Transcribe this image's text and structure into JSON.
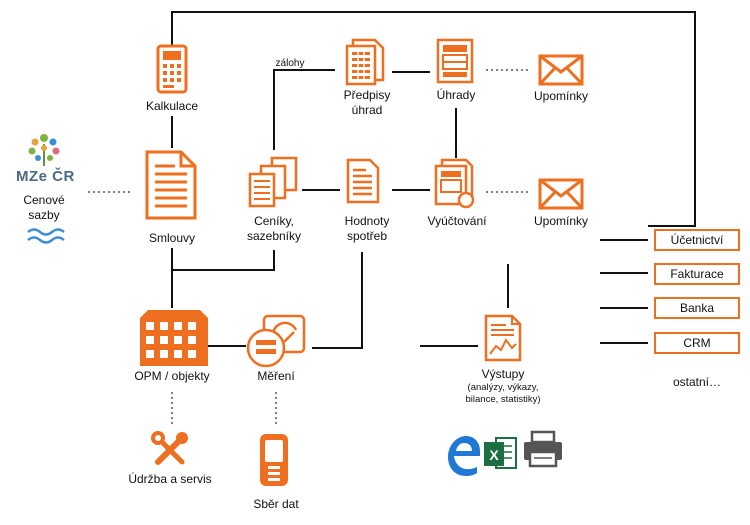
{
  "colors": {
    "accent": "#ee6f1f",
    "line": "#111111",
    "dotted": "#555555",
    "mze_text": "#4a6a8a",
    "wave": "#3a8fd8"
  },
  "nodes": {
    "kalkulace": "Kalkulace",
    "smlouvy": "Smlouvy",
    "ceniky": [
      "Ceníky,",
      "sazebníky"
    ],
    "predpisy": [
      "Předpisy",
      "úhrad"
    ],
    "uhrady": "Úhrady",
    "upominky_top": "Upomínky",
    "hodnoty": [
      "Hodnoty",
      "spotřeb"
    ],
    "vyuctovani": "Vyúčtování",
    "upominky_mid": "Upomínky",
    "opm": "OPM / objekty",
    "mereni": "Měření",
    "udrzba": "Údržba a servis",
    "sber": "Sběr dat",
    "vystupy": "Výstupy",
    "vystupy_detail": [
      "(analýzy, výkazy,",
      "bilance, statistiky)"
    ],
    "zalohy": "zálohy"
  },
  "mze": {
    "logo_text": "MZe ČR",
    "caption": [
      "Cenové",
      "sazby"
    ]
  },
  "outputs": [
    "Účetnictví",
    "Fakturace",
    "Banka",
    "CRM"
  ],
  "outputs_more": "ostatní…",
  "export_icons": [
    "edge-browser-icon",
    "excel-icon",
    "printer-icon"
  ]
}
